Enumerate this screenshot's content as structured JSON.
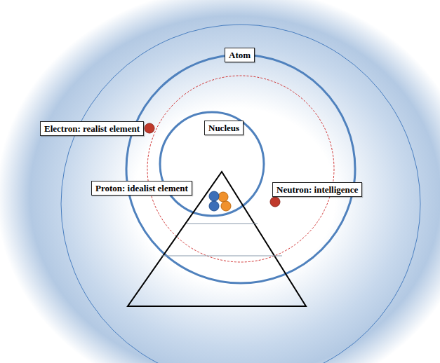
{
  "diagram": {
    "nodes": [
      {
        "text": [
          "Atom"
        ]
      },
      {
        "text": [
          "Nucleus"
        ]
      },
      {
        "text": [
          "Electron: realist element"
        ]
      },
      {
        "text": [
          "Proton: idealist element"
        ]
      },
      {
        "text": [
          "Neutron: intelligence"
        ]
      }
    ]
  }
}
